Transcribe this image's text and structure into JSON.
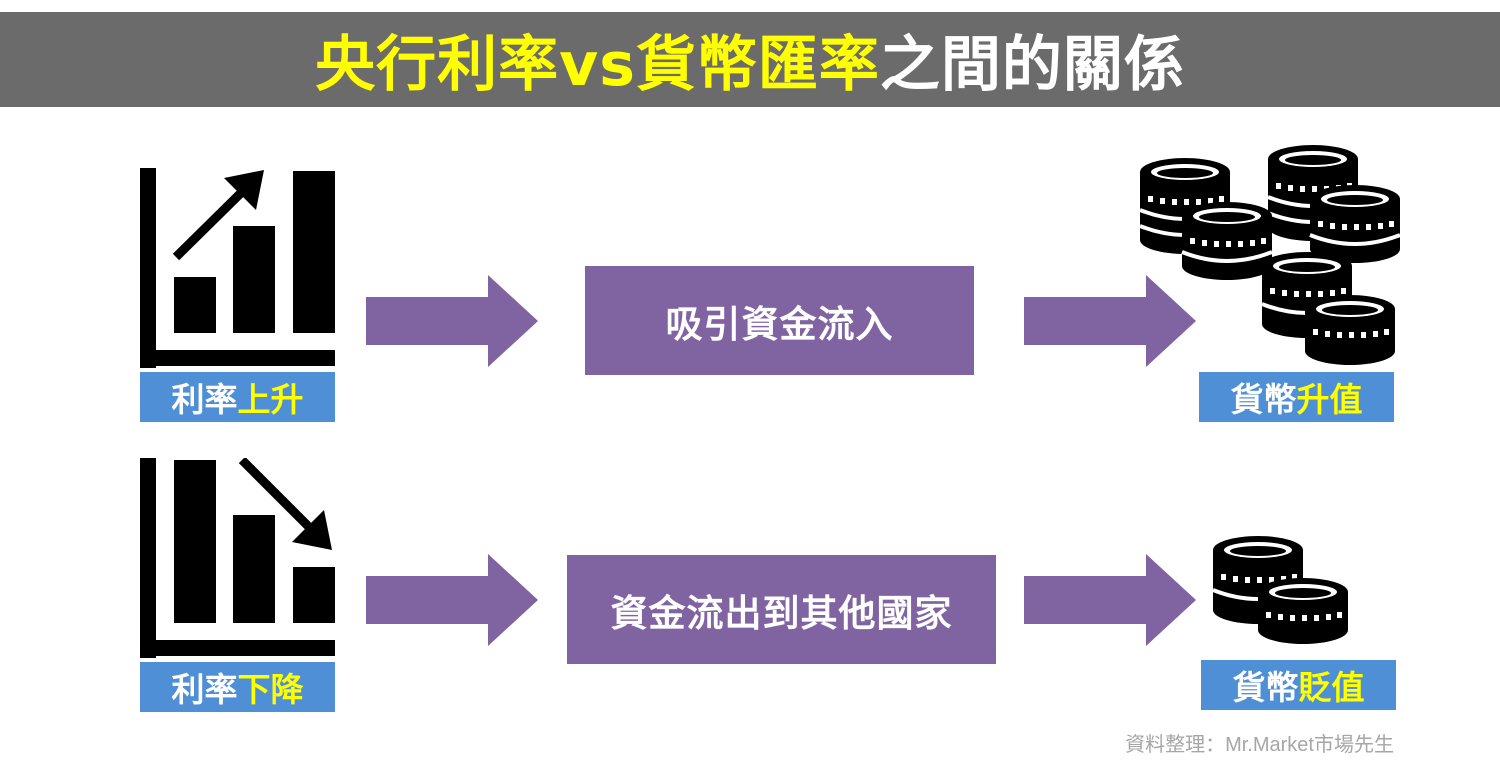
{
  "title": {
    "part1": "央行利率vs貨幣匯率",
    "part2": "之間的關係"
  },
  "rows": [
    {
      "rate_label": {
        "prefix": "利率",
        "highlight": "上升"
      },
      "middle": "吸引資金流入",
      "result_label": {
        "prefix": "貨幣",
        "highlight": "升值"
      }
    },
    {
      "rate_label": {
        "prefix": "利率",
        "highlight": "下降"
      },
      "middle": "資金流出到其他國家",
      "result_label": {
        "prefix": "貨幣",
        "highlight": "貶值"
      }
    }
  ],
  "source": "資料整理：Mr.Market市場先生",
  "colors": {
    "banner": "#6b6b6b",
    "title_yellow": "#ffff00",
    "label_blue": "#4f8fd6",
    "purple": "#8064a2",
    "icon": "#000000"
  },
  "icons": [
    "rising-bar-chart-icon",
    "coin-stacks-icon",
    "falling-bar-chart-icon",
    "coin-stack-icon",
    "right-arrow-icon"
  ]
}
